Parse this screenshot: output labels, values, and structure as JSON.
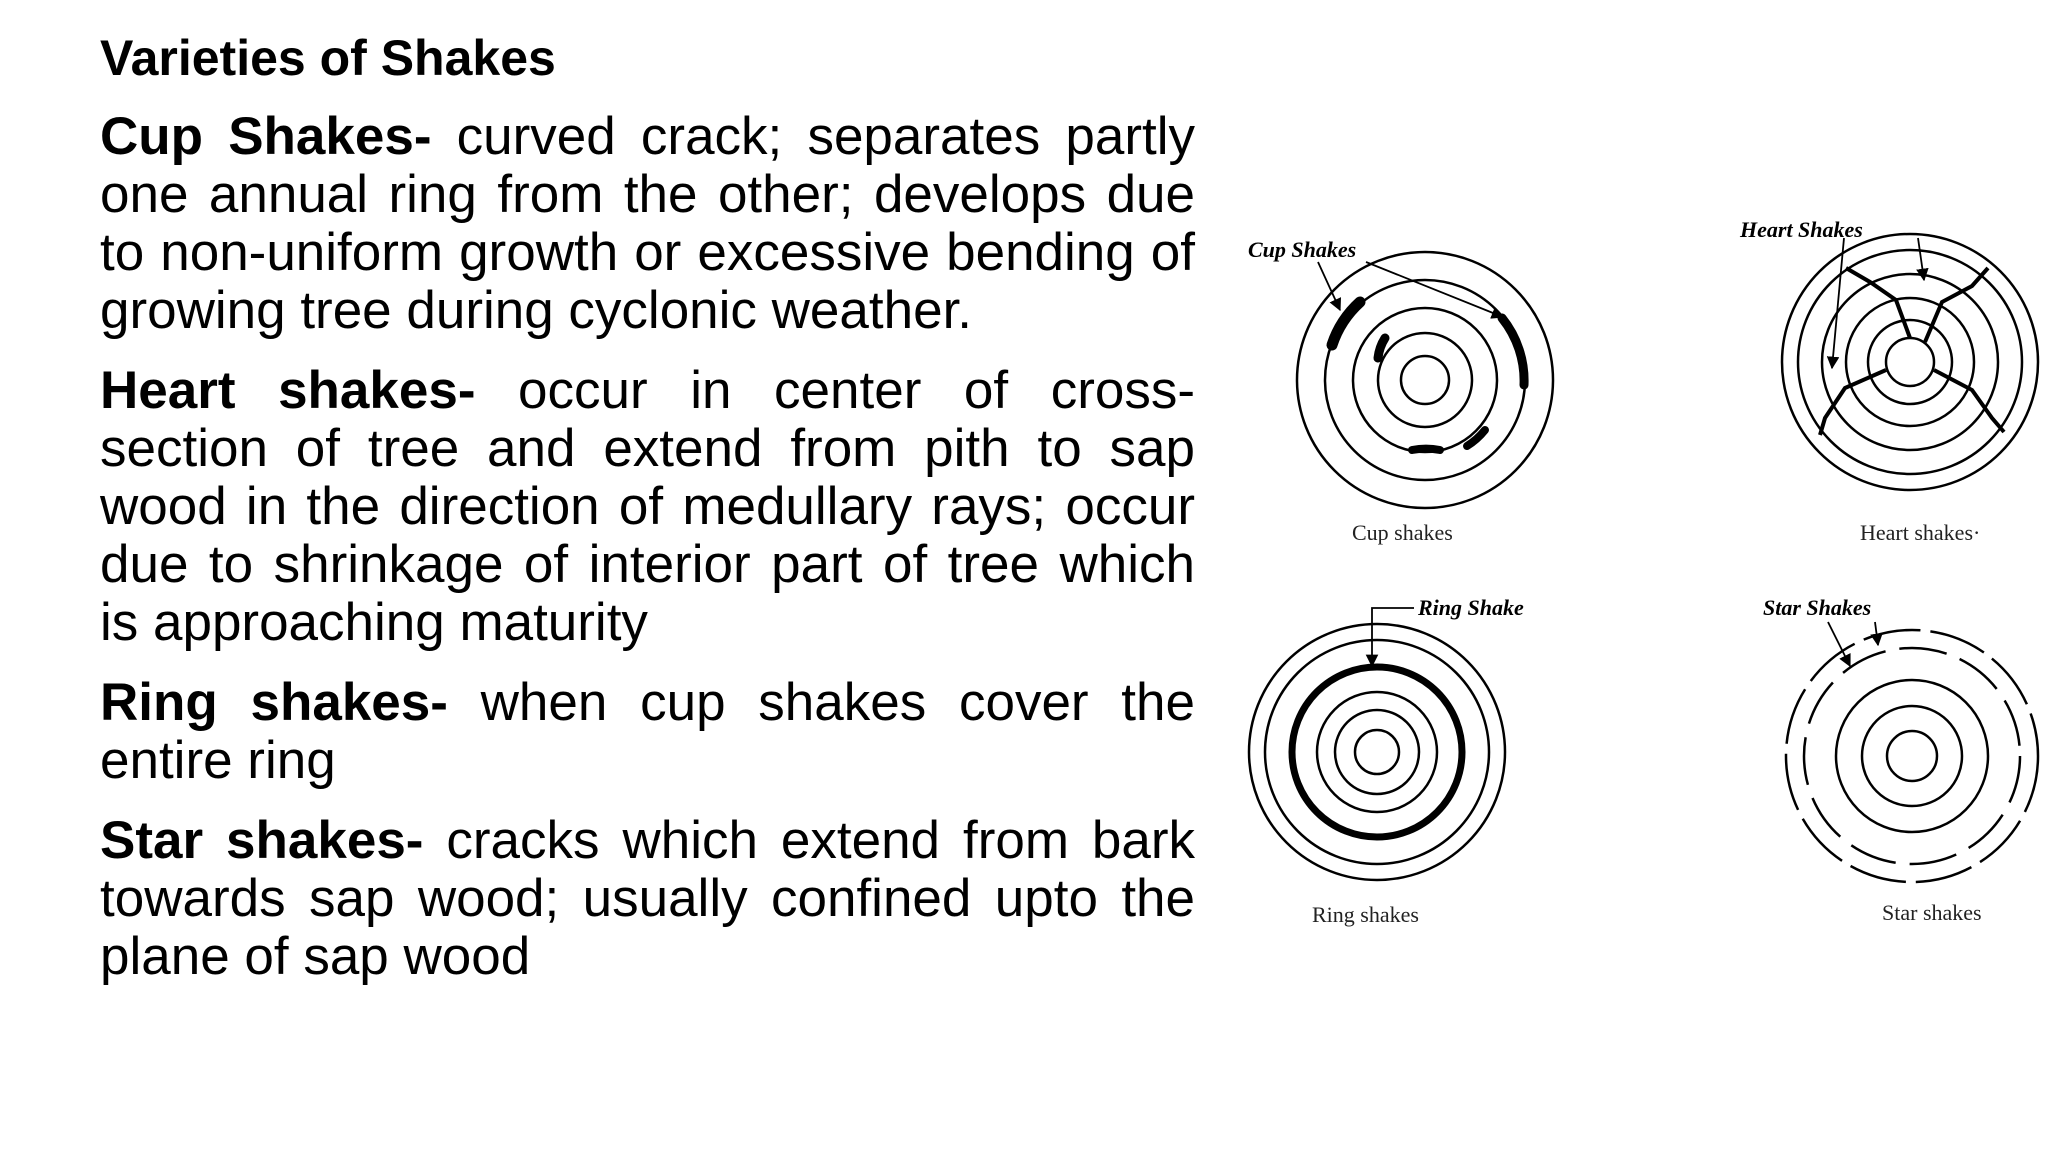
{
  "slide": {
    "title": "Varieties of Shakes"
  },
  "paragraphs": [
    {
      "term": "Cup Shakes-",
      "description": " curved crack; separates partly one annual ring from the other; develops due to non-uniform growth or excessive bending of growing tree during cyclonic weather."
    },
    {
      "term": "Heart shakes-",
      "description": " occur in center of cross-section of tree and extend from pith to sap wood in the direction of medullary rays; occur due to shrinkage of interior part of tree which is approaching maturity"
    },
    {
      "term": "Ring shakes-",
      "description": " when cup shakes cover the entire ring"
    },
    {
      "term": "Star shakes-",
      "description": " cracks which extend from bark towards sap wood; usually confined upto the plane of sap wood"
    }
  ],
  "figure": {
    "cup": {
      "label": "Cup Shakes",
      "caption": "Cup shakes"
    },
    "heart": {
      "label": "Heart Shakes",
      "caption": "Heart shakes·"
    },
    "ring": {
      "label": "Ring Shake",
      "caption": "Ring shakes"
    },
    "star": {
      "label": "Star Shakes",
      "caption": "Star shakes"
    }
  }
}
